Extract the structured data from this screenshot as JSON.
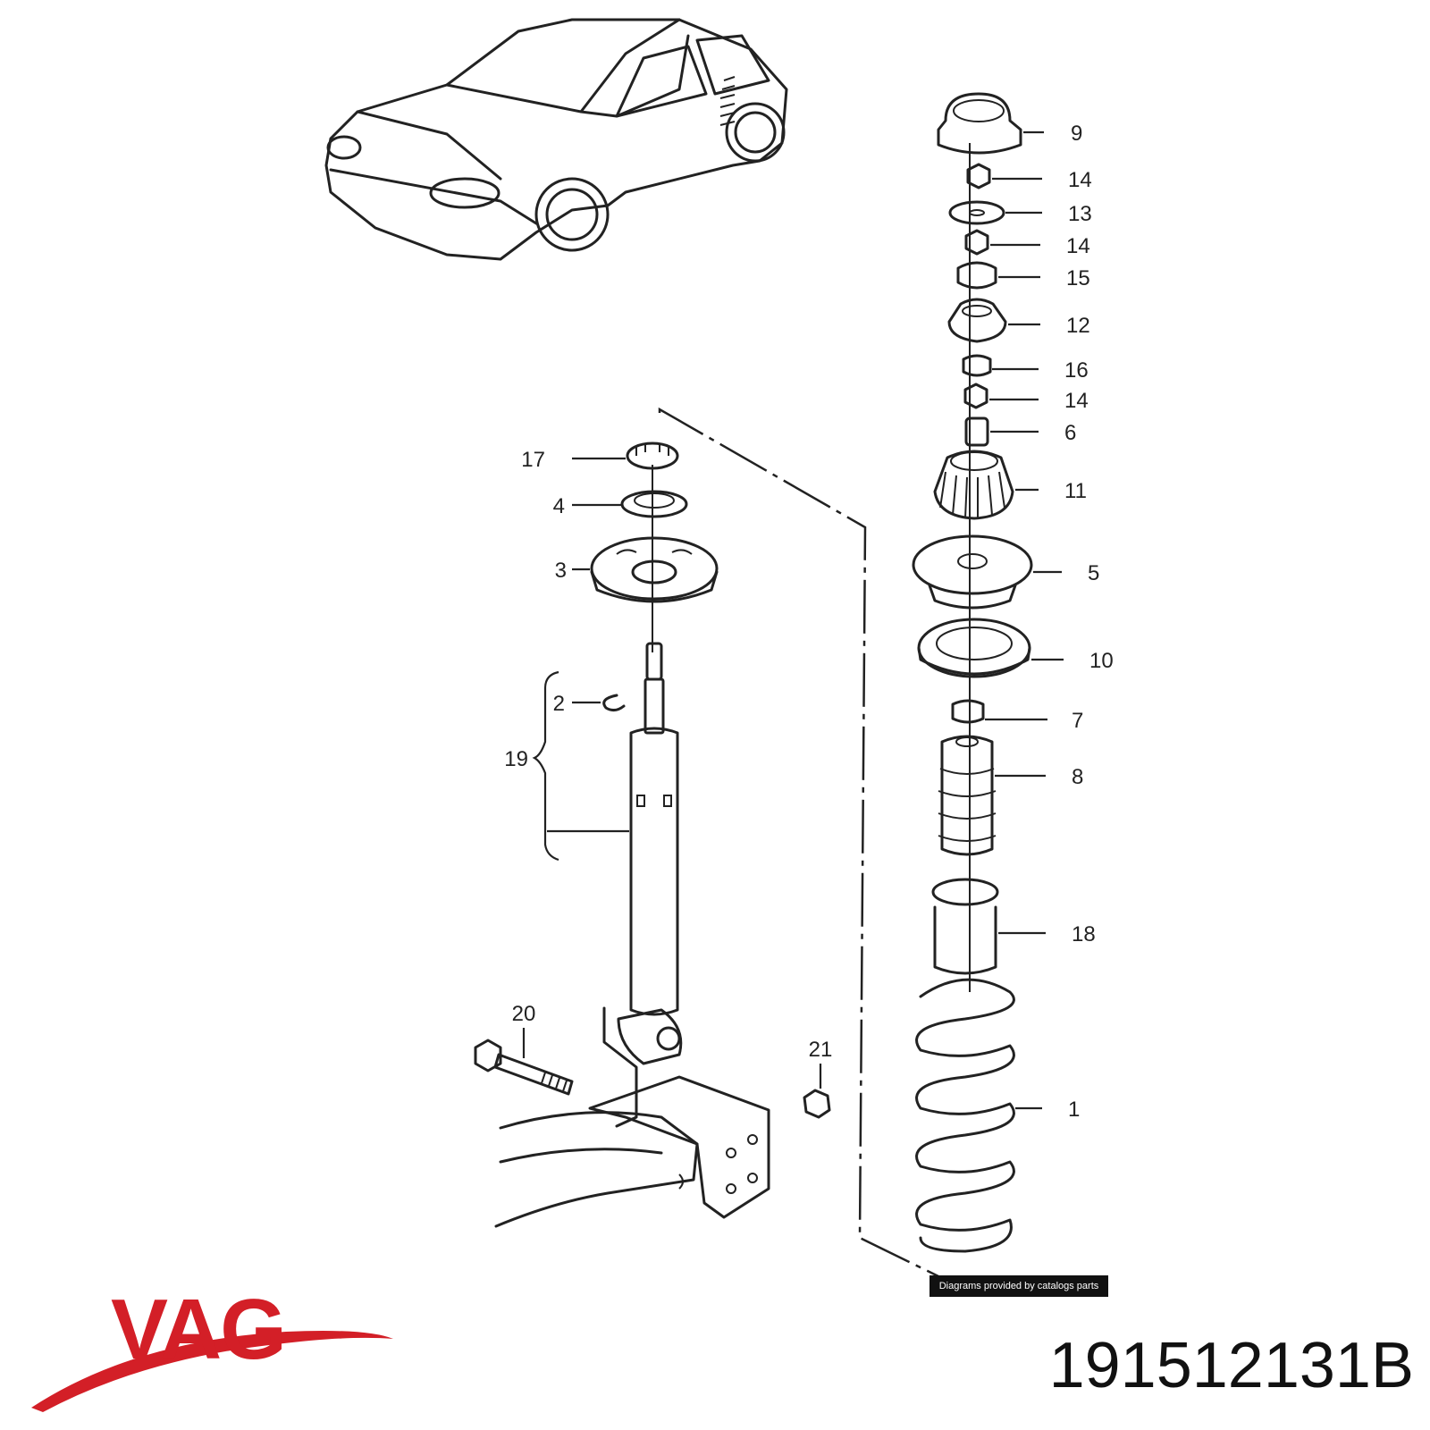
{
  "callouts": [
    {
      "id": "c9",
      "text": "9"
    },
    {
      "id": "c14a",
      "text": "14"
    },
    {
      "id": "c13",
      "text": "13"
    },
    {
      "id": "c14b",
      "text": "14"
    },
    {
      "id": "c15",
      "text": "15"
    },
    {
      "id": "c12",
      "text": "12"
    },
    {
      "id": "c16",
      "text": "16"
    },
    {
      "id": "c14c",
      "text": "14"
    },
    {
      "id": "c6",
      "text": "6"
    },
    {
      "id": "c11",
      "text": "11"
    },
    {
      "id": "c5",
      "text": "5"
    },
    {
      "id": "c10",
      "text": "10"
    },
    {
      "id": "c7",
      "text": "7"
    },
    {
      "id": "c8",
      "text": "8"
    },
    {
      "id": "c18",
      "text": "18"
    },
    {
      "id": "c1",
      "text": "1"
    },
    {
      "id": "c17",
      "text": "17"
    },
    {
      "id": "c4",
      "text": "4"
    },
    {
      "id": "c3",
      "text": "3"
    },
    {
      "id": "c2",
      "text": "2"
    },
    {
      "id": "c19",
      "text": "19"
    },
    {
      "id": "c20",
      "text": "20"
    },
    {
      "id": "c21",
      "text": "21"
    }
  ],
  "credit": "Diagrams provided by catalogs parts",
  "brand": {
    "name": "VAG",
    "color": "#d31f27"
  },
  "part_number": "191512131B"
}
